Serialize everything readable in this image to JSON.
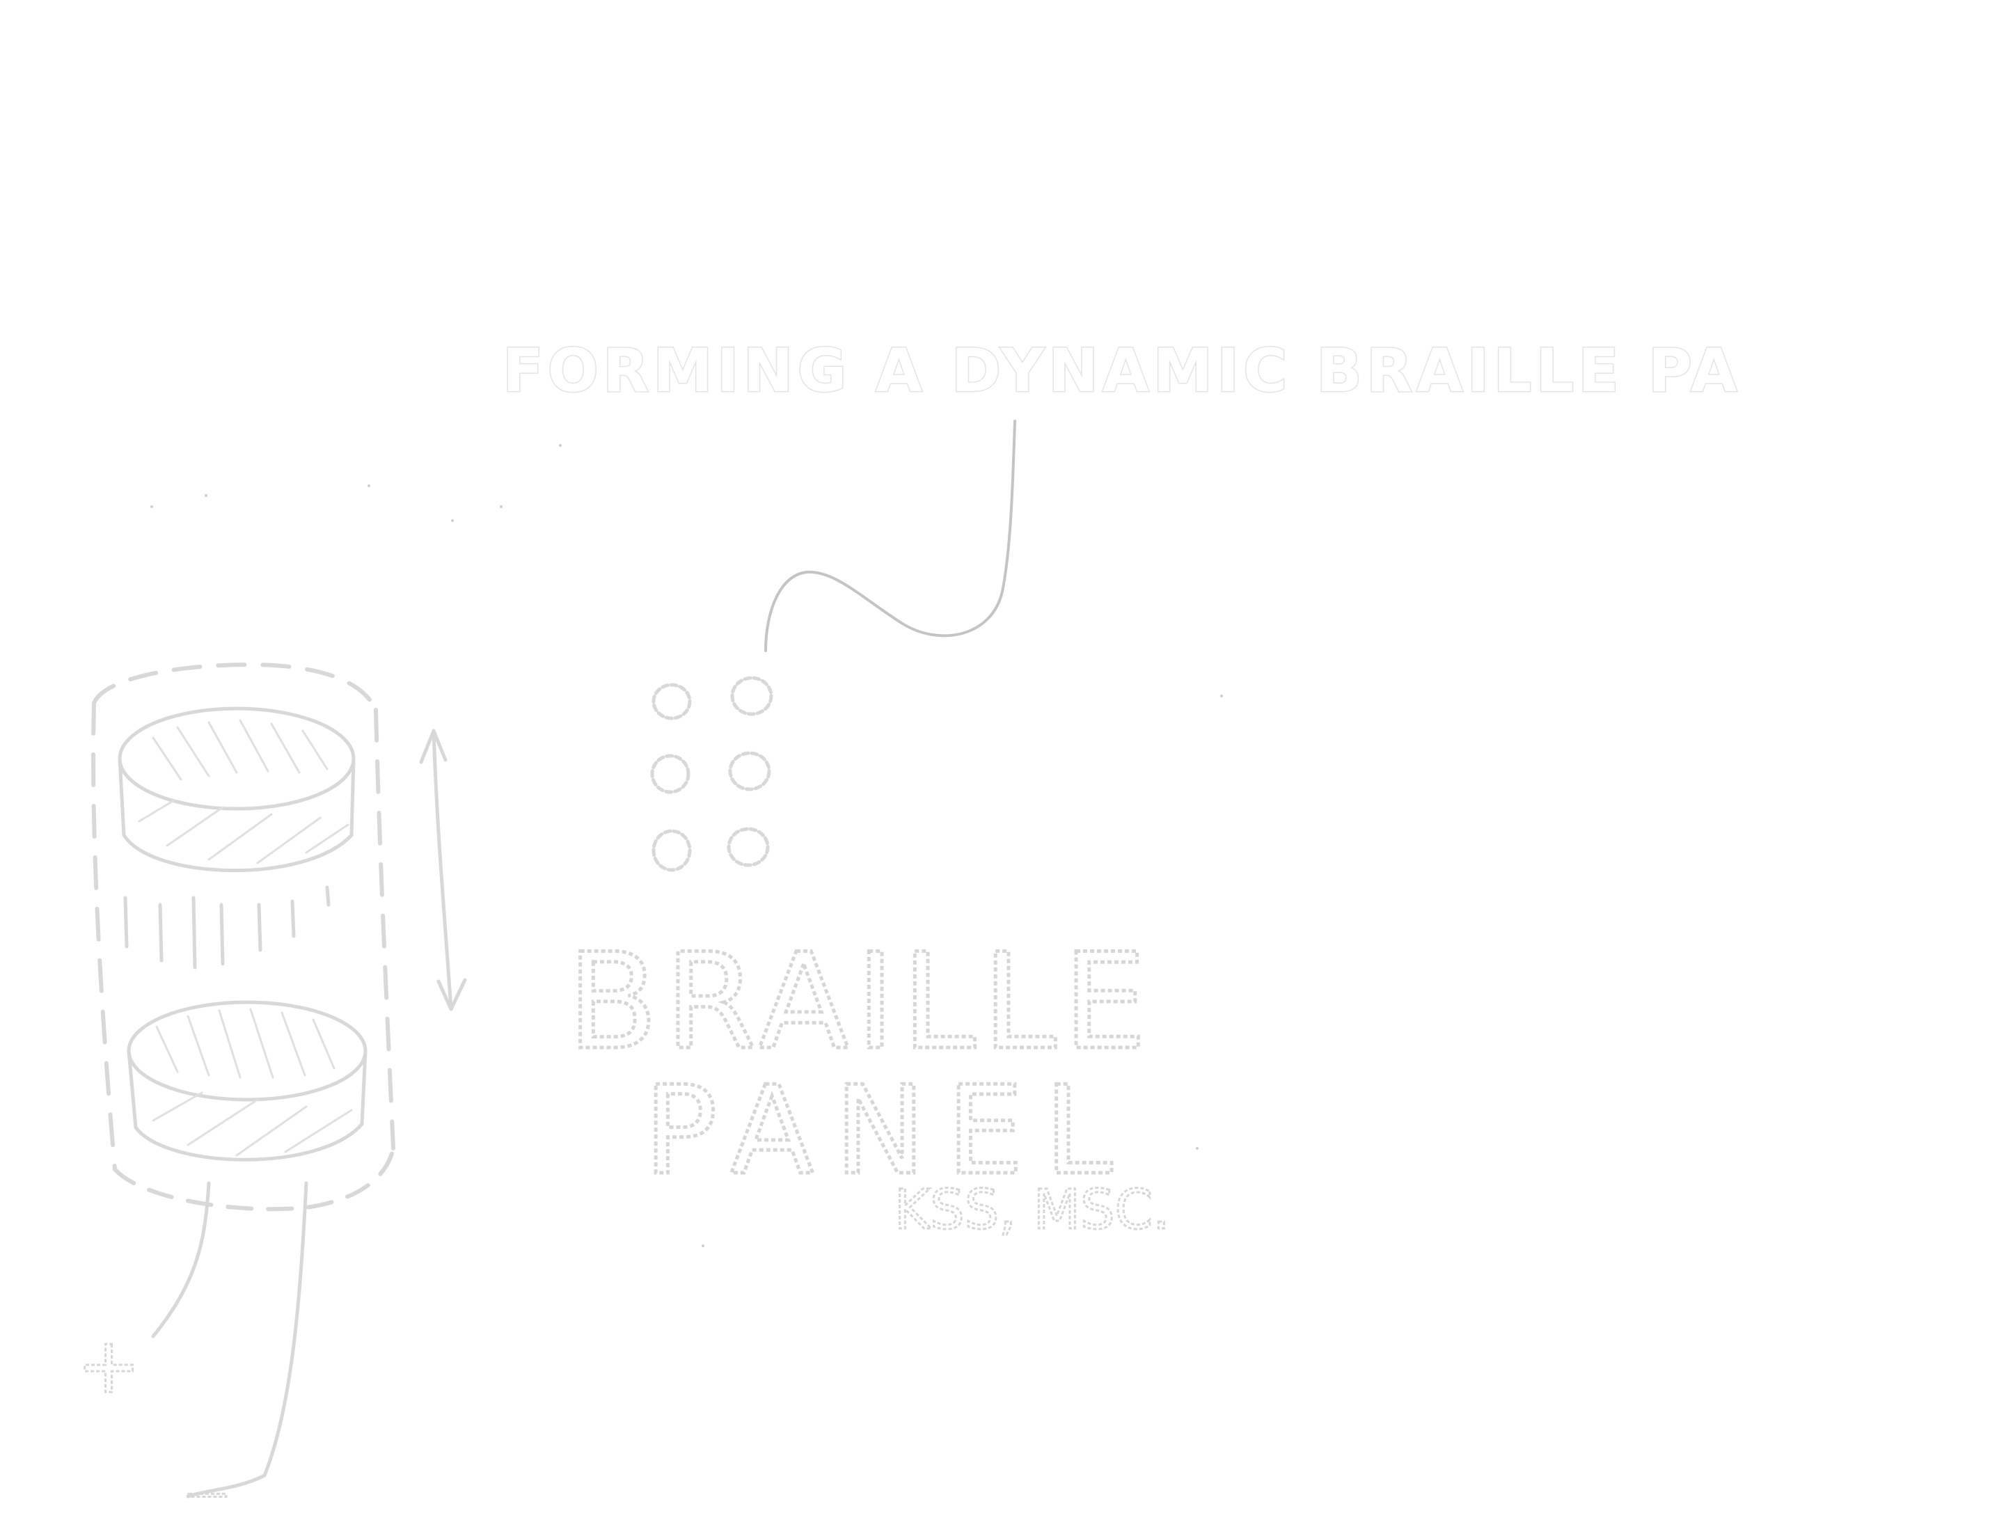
{
  "caption": "FORMING A DYNAMIC BRAILLE PA",
  "panel_label": {
    "line1": "BRAILLE",
    "line2": "PANEL"
  },
  "initials": "KSS, MSC.",
  "symbols": {
    "plus": "+",
    "minus": "—"
  },
  "braille_cell": {
    "rows": 3,
    "columns": 2,
    "dot_count": 6
  },
  "colors": {
    "background": "#ffffff",
    "pencil": "#d8d8d8",
    "leader_line": "#c4c4c4"
  }
}
